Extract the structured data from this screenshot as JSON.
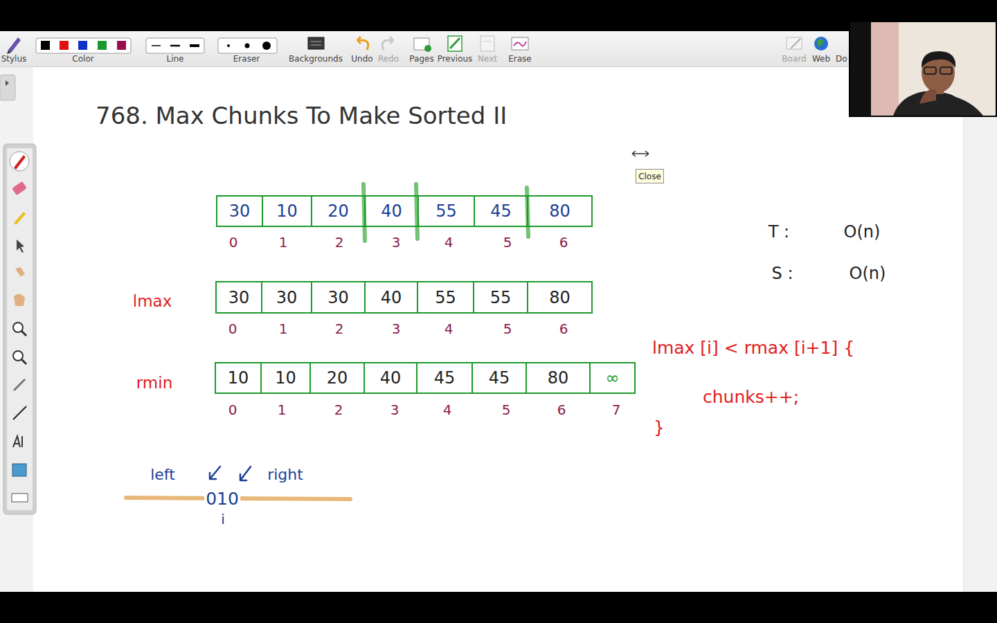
{
  "diagram": {
    "title": "768. Max Chunks To Make Sorted II",
    "nodes": [
      {
        "text": [
          "30"
        ]
      },
      {
        "text": [
          "10"
        ]
      },
      {
        "text": [
          "20"
        ]
      },
      {
        "text": [
          "40"
        ]
      },
      {
        "text": [
          "55"
        ]
      },
      {
        "text": [
          "45"
        ]
      },
      {
        "text": [
          "80"
        ]
      },
      {
        "text": [
          "30"
        ]
      },
      {
        "text": [
          "30"
        ]
      },
      {
        "text": [
          "30"
        ]
      },
      {
        "text": [
          "40"
        ]
      },
      {
        "text": [
          "55"
        ]
      },
      {
        "text": [
          "55"
        ]
      },
      {
        "text": [
          "80"
        ]
      },
      {
        "text": [
          "10"
        ]
      },
      {
        "text": [
          "10"
        ]
      },
      {
        "text": [
          "20"
        ]
      },
      {
        "text": [
          "40"
        ]
      },
      {
        "text": [
          "45"
        ]
      },
      {
        "text": [
          "45"
        ]
      },
      {
        "text": [
          "80"
        ]
      },
      {
        "text": [
          "∞"
        ]
      },
      {
        "text": [
          "Close"
        ]
      }
    ],
    "labels": [
      "Stylus",
      "Color",
      "Line",
      "Eraser",
      "Backgrounds",
      "Undo",
      "Redo",
      "Pages",
      "Previous",
      "Next",
      "Erase",
      "Board",
      "Web",
      "Do",
      "0",
      "1",
      "2",
      "3",
      "4",
      "5",
      "6",
      "0",
      "1",
      "2",
      "3",
      "4",
      "5",
      "6",
      "0",
      "1",
      "2",
      "3",
      "4",
      "5",
      "6",
      "7",
      "lmax",
      "rmin",
      "T :",
      "O(n)",
      "S :",
      "O(n)",
      "lmax [i] < rmax [i+1] {",
      "chunks++;",
      "}",
      "left",
      "right",
      "010",
      "i"
    ]
  }
}
